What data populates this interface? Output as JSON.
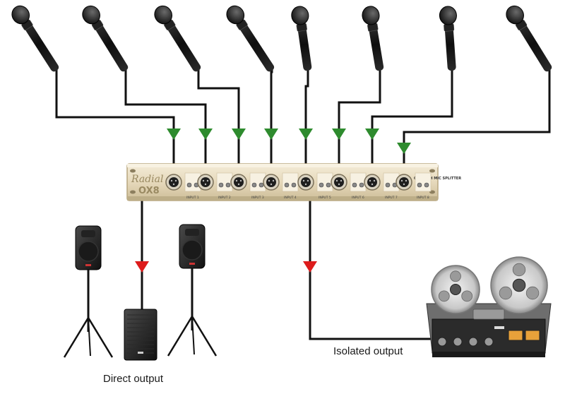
{
  "captions": {
    "direct_output": "Direct output",
    "isolated_output": "Isolated output"
  },
  "rack": {
    "logo_brand": "Radial",
    "logo_model": "OX8",
    "model_label": "OX8 8-CH MIC SPLITTER",
    "channel_label": "INPUT",
    "channel_count": 8
  },
  "colors": {
    "input_arrow": "#2e8b2e",
    "output_arrow": "#dd1c1c",
    "cable": "#111111",
    "rack_face": "#e8dcc0",
    "rack_edge": "#b7a67f"
  },
  "icons": {
    "microphone": "microphone-icon",
    "pa_speaker": "pa-speaker-icon",
    "subwoofer": "subwoofer-icon",
    "tape_recorder": "reel-to-reel-recorder-icon"
  }
}
